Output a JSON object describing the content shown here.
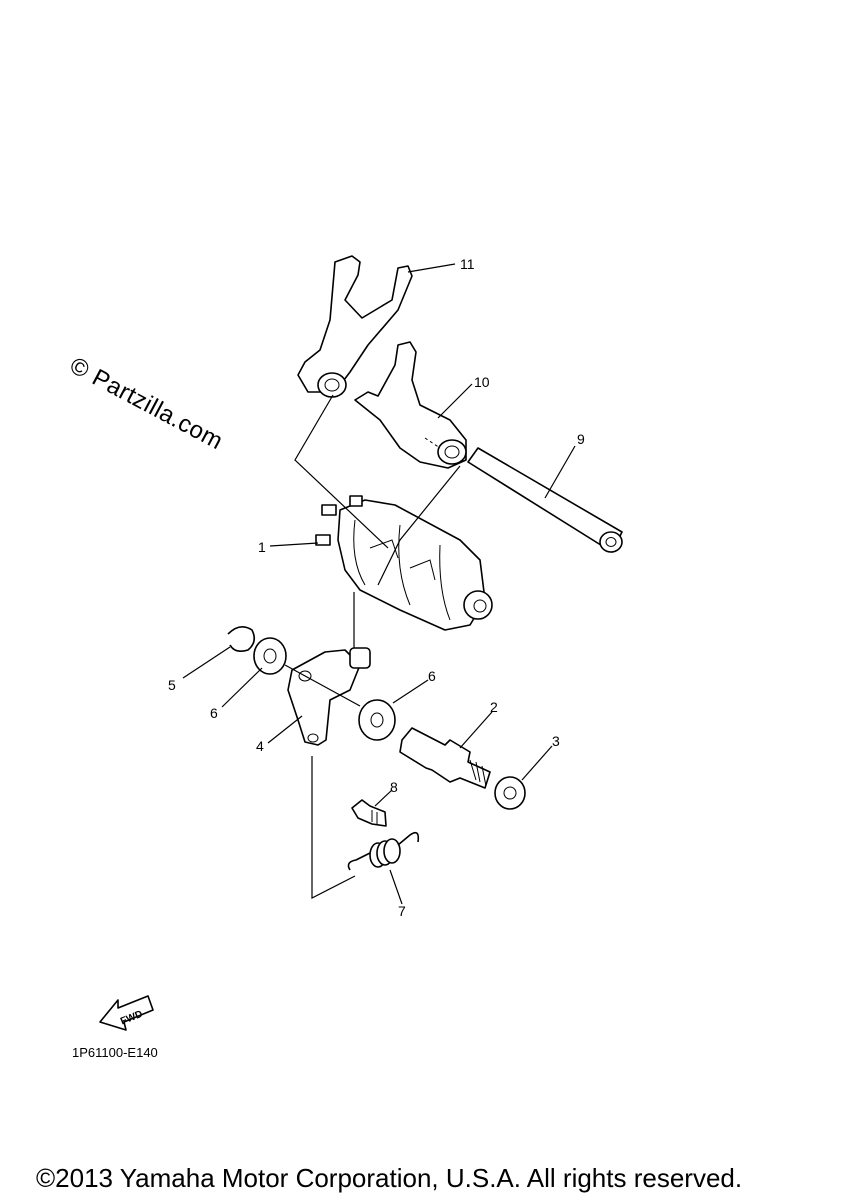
{
  "watermark": "© Partzilla.com",
  "diagram_code": "1P61100-E140",
  "copyright": "©2013 Yamaha Motor Corporation, U.S.A. All rights reserved.",
  "fwd_label": "FWD",
  "callouts": [
    {
      "id": "c11",
      "label": "11"
    },
    {
      "id": "c10",
      "label": "10"
    },
    {
      "id": "c9",
      "label": "9"
    },
    {
      "id": "c1",
      "label": "1"
    },
    {
      "id": "c5",
      "label": "5"
    },
    {
      "id": "c6a",
      "label": "6"
    },
    {
      "id": "c6b",
      "label": "6"
    },
    {
      "id": "c4",
      "label": "4"
    },
    {
      "id": "c2",
      "label": "2"
    },
    {
      "id": "c3",
      "label": "3"
    },
    {
      "id": "c8",
      "label": "8"
    },
    {
      "id": "c7",
      "label": "7"
    }
  ]
}
